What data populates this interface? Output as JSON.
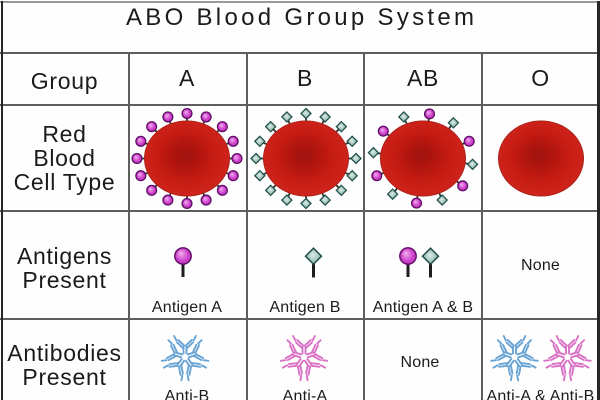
{
  "title": "ABO Blood Group System",
  "row_labels": {
    "group": "Group",
    "rbc_lines": [
      "Red",
      "Blood",
      "Cell Type"
    ],
    "antigens_lines": [
      "Antigens",
      "Present"
    ],
    "antibodies_lines": [
      "Antibodies",
      "Present"
    ]
  },
  "columns": [
    {
      "label": "A",
      "antigen_markers": "circle",
      "antigen_caption": "Antigen A",
      "antibody_flakes": [
        "blue"
      ],
      "antibody_caption": "Anti-B"
    },
    {
      "label": "B",
      "antigen_markers": "diamond",
      "antigen_caption": "Antigen B",
      "antibody_flakes": [
        "pink"
      ],
      "antibody_caption": "Anti-A"
    },
    {
      "label": "AB",
      "antigen_markers": "both",
      "antigen_caption": "Antigen A & B",
      "antibody_flakes": [],
      "antibody_caption": "None"
    },
    {
      "label": "O",
      "antigen_markers": "none",
      "antigen_caption": "None",
      "antibody_flakes": [
        "blue",
        "pink"
      ],
      "antibody_caption": "Anti-A & Anti-B"
    }
  ],
  "colors": {
    "grid": "#585858",
    "text": "#1b1b1b",
    "cell_center": "#a21410",
    "cell_mid": "#af140e",
    "cell_midout": "#c61c13",
    "cell_outer": "#d0251c",
    "cell_rim": "#da342a",
    "cell_stroke": "#ab221b",
    "antigen_a_fill": "#cb3cc8",
    "antigen_a_light": "#f4b2f0",
    "antigen_a_outline": "#5c0f63",
    "antigen_b_fill": "#a0c4bb",
    "antigen_b_dark": "#86aea5",
    "antigen_b_light": "#dcebe6",
    "antigen_b_outline": "#24514b",
    "stem": "#30342e",
    "antibody_blue": "#68a3d4",
    "antibody_pink": "#d971c4"
  }
}
